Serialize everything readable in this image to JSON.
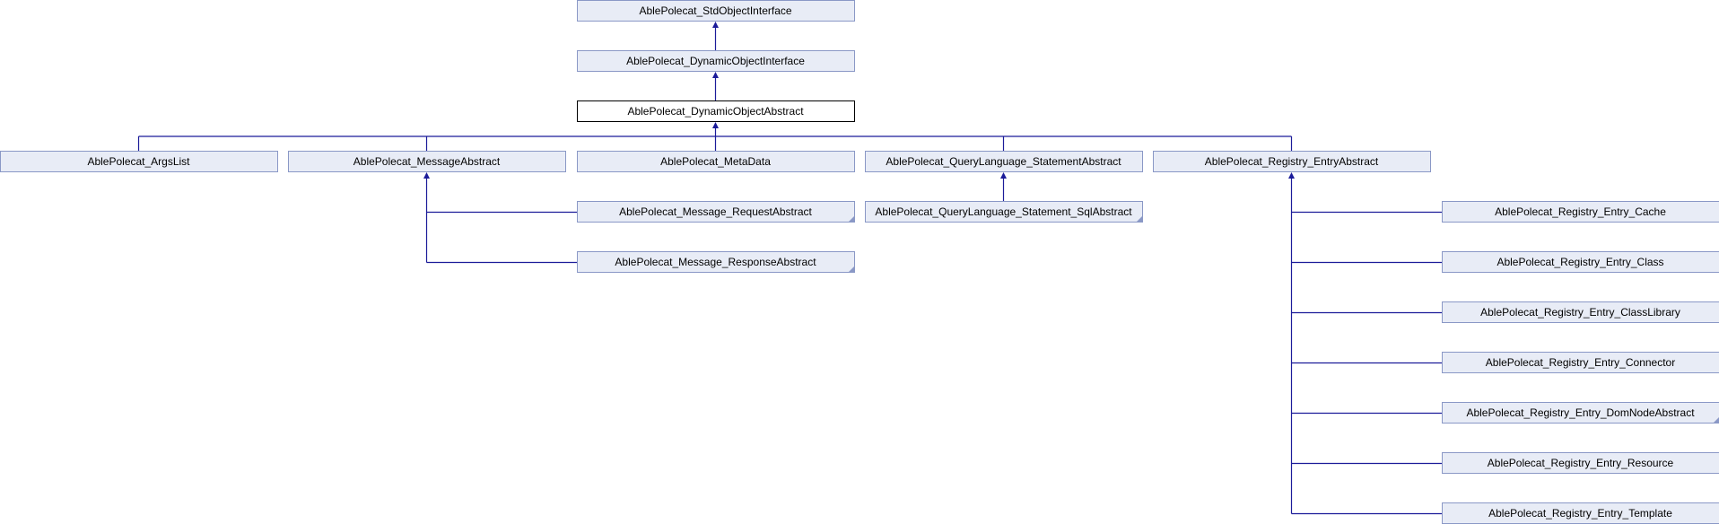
{
  "nodes": [
    {
      "id": "std",
      "label": "AblePolecat_StdObjectInterface",
      "current": false,
      "has_more": false
    },
    {
      "id": "dyn",
      "label": "AblePolecat_DynamicObjectInterface",
      "current": false,
      "has_more": false
    },
    {
      "id": "dynabs",
      "label": "AblePolecat_DynamicObjectAbstract",
      "current": true,
      "has_more": false
    },
    {
      "id": "args",
      "label": "AblePolecat_ArgsList",
      "current": false,
      "has_more": false
    },
    {
      "id": "msg",
      "label": "AblePolecat_MessageAbstract",
      "current": false,
      "has_more": false
    },
    {
      "id": "meta",
      "label": "AblePolecat_MetaData",
      "current": false,
      "has_more": false
    },
    {
      "id": "qls",
      "label": "AblePolecat_QueryLanguage_StatementAbstract",
      "current": false,
      "has_more": false
    },
    {
      "id": "reg",
      "label": "AblePolecat_Registry_EntryAbstract",
      "current": false,
      "has_more": false
    },
    {
      "id": "req",
      "label": "AblePolecat_Message_RequestAbstract",
      "current": false,
      "has_more": true
    },
    {
      "id": "res",
      "label": "AblePolecat_Message_ResponseAbstract",
      "current": false,
      "has_more": true
    },
    {
      "id": "sql",
      "label": "AblePolecat_QueryLanguage_Statement_SqlAbstract",
      "current": false,
      "has_more": true
    },
    {
      "id": "cache",
      "label": "AblePolecat_Registry_Entry_Cache",
      "current": false,
      "has_more": false
    },
    {
      "id": "class",
      "label": "AblePolecat_Registry_Entry_Class",
      "current": false,
      "has_more": false
    },
    {
      "id": "classlib",
      "label": "AblePolecat_Registry_Entry_ClassLibrary",
      "current": false,
      "has_more": false
    },
    {
      "id": "conn",
      "label": "AblePolecat_Registry_Entry_Connector",
      "current": false,
      "has_more": false
    },
    {
      "id": "dom",
      "label": "AblePolecat_Registry_Entry_DomNodeAbstract",
      "current": false,
      "has_more": true
    },
    {
      "id": "resource",
      "label": "AblePolecat_Registry_Entry_Resource",
      "current": false,
      "has_more": false
    },
    {
      "id": "tmpl",
      "label": "AblePolecat_Registry_Entry_Template",
      "current": false,
      "has_more": false
    }
  ],
  "edges": [
    {
      "from": "dyn",
      "to": "std"
    },
    {
      "from": "dynabs",
      "to": "dyn"
    },
    {
      "from": "args",
      "to": "dynabs"
    },
    {
      "from": "msg",
      "to": "dynabs"
    },
    {
      "from": "meta",
      "to": "dynabs"
    },
    {
      "from": "qls",
      "to": "dynabs"
    },
    {
      "from": "reg",
      "to": "dynabs"
    },
    {
      "from": "req",
      "to": "msg"
    },
    {
      "from": "res",
      "to": "msg"
    },
    {
      "from": "sql",
      "to": "qls"
    },
    {
      "from": "cache",
      "to": "reg"
    },
    {
      "from": "class",
      "to": "reg"
    },
    {
      "from": "classlib",
      "to": "reg"
    },
    {
      "from": "conn",
      "to": "reg"
    },
    {
      "from": "dom",
      "to": "reg"
    },
    {
      "from": "resource",
      "to": "reg"
    },
    {
      "from": "tmpl",
      "to": "reg"
    }
  ]
}
